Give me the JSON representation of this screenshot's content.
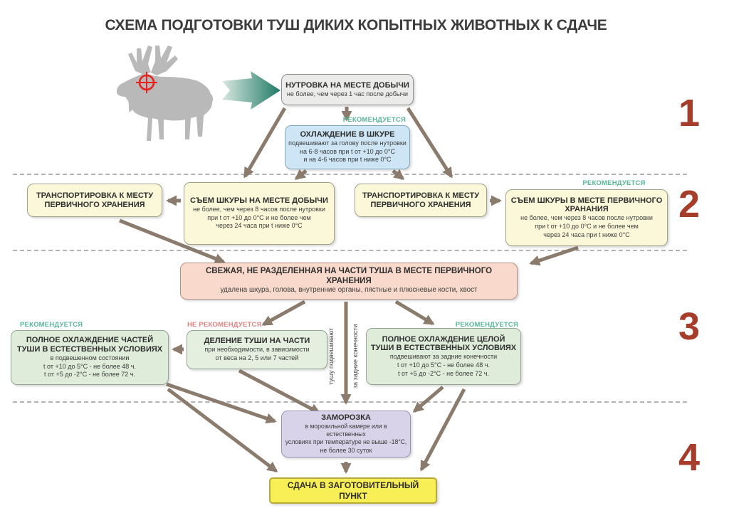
{
  "title": "СХЕМА ПОДГОТОВКИ ТУШ ДИКИХ КОПЫТНЫХ ЖИВОТНЫХ К СДАЧЕ",
  "labels": {
    "recommended": "РЕКОМЕНДУЕТСЯ",
    "not_recommended": "НЕ РЕКОМЕНДУЕТСЯ"
  },
  "stages": [
    "1",
    "2",
    "3",
    "4"
  ],
  "boxes": {
    "nutrovka": {
      "title": "НУТРОВКА НА МЕСТЕ ДОБЫЧИ",
      "sub": "не более, чем через 1 час после добычи"
    },
    "cooling_hide": {
      "title": "ОХЛАЖДЕНИЕ В ШКУРЕ",
      "lines": [
        "подвешивают за голову после нутровки",
        "на 6-8 часов при t от +10 до 0°С",
        "и на 4-6 часов при t ниже 0°С"
      ]
    },
    "transport_left": {
      "title": "ТРАНСПОРТИРОВКА К МЕСТУ ПЕРВИЧНОГО ХРАНЕНИЯ"
    },
    "skin_field": {
      "title": "СЪЕМ ШКУРЫ НА МЕСТЕ ДОБЫЧИ",
      "lines": [
        "не более, чем через 8 часов после нутровки",
        "при t от +10 до 0°С и не более чем",
        "через 24 часа при t ниже 0°С"
      ]
    },
    "transport_right": {
      "title": "ТРАНСПОРТИРОВКА К МЕСТУ ПЕРВИЧНОГО ХРАНЕНИЯ"
    },
    "skin_storage": {
      "title": "СЪЕМ ШКУРЫ В МЕСТЕ ПЕРВИЧНОГО ХРАНАНИЯ",
      "lines": [
        "не более, чем через 8 часов после нутровки",
        "при t от +10 до 0°С и не более чем",
        "через 24 часа при t ниже 0°С"
      ]
    },
    "fresh": {
      "title": "СВЕЖАЯ, НЕ РАЗДЕЛЕННАЯ НА ЧАСТИ ТУША В МЕСТЕ ПЕРВИЧНОГО ХРАНЕНИЯ",
      "sub": "удалена шкура, голова, внутренние органы, пястные и плюсневые кости, хвост"
    },
    "cool_parts": {
      "title": "ПОЛНОЕ ОХЛАЖДЕНИЕ ЧАСТЕЙ ТУШИ В ЕСТЕСТВЕННЫХ УСЛОВИЯХ",
      "lines": [
        "в подвешенном состоянии",
        "t от +10 до 5°С - не более 48 ч.",
        "t от +5 до -2°С - не более 72 ч."
      ]
    },
    "division": {
      "title": "ДЕЛЕНИЕ ТУШИ НА ЧАСТИ",
      "lines": [
        "при необходимости, в зависимости",
        "от веса на 2, 5 или 7 частей"
      ]
    },
    "cool_whole": {
      "title": "ПОЛНОЕ ОХЛАЖДЕНИЕ ЦЕЛОЙ ТУШИ В ЕСТЕСТВЕННЫХ УСЛОВИЯХ",
      "lines": [
        "подвешивают за задние конечности",
        "t от +10 до 5°С - не более 48 ч.",
        "t от +5 до -2°С - не более 72 ч."
      ]
    },
    "freezing": {
      "title": "ЗАМОРОЗКА",
      "lines": [
        "в морозильной камере или в естественных",
        "условиях при температуре не выше -18°С,",
        "не более 30 суток"
      ]
    },
    "delivery": {
      "title": "СДАЧА В ЗАГОТОВИТЕЛЬНЫЙ ПУНКТ"
    }
  },
  "vertical_note": {
    "line1": "тушу подвешивают",
    "line2": "за задние конечности"
  },
  "colors": {
    "box_gray": "#ebebe9",
    "box_blue": "#cde5f4",
    "box_yellow": "#fbf8d9",
    "box_pink": "#f8d9cb",
    "box_green": "#dfecda",
    "box_purple": "#d9d3e9",
    "box_bright_yellow": "#f8ee56",
    "arrow": "#8b7b6d",
    "stage_number": "#a63d2a",
    "recommended_label": "#57b793",
    "not_recommended_label": "#e38181",
    "crosshair": "#e8211d",
    "moose": "#b9b9b9"
  }
}
